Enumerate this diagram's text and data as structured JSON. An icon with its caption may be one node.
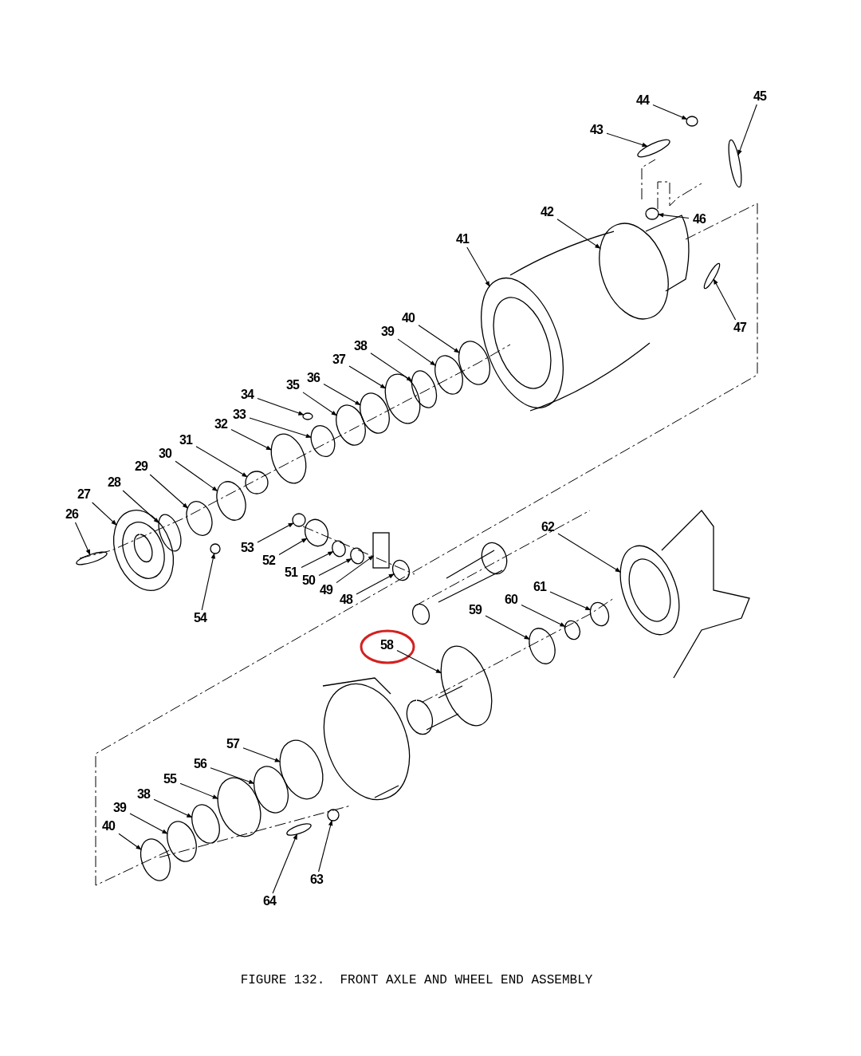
{
  "diagram": {
    "caption": "FIGURE 132.  FRONT AXLE AND WHEEL END ASSEMBLY",
    "nodes": [
      {
        "text": [
          "44"
        ]
      },
      {
        "text": [
          "45"
        ]
      },
      {
        "text": [
          "43"
        ]
      },
      {
        "text": [
          "42"
        ]
      },
      {
        "text": [
          "46"
        ]
      },
      {
        "text": [
          "41"
        ]
      },
      {
        "text": [
          "47"
        ]
      },
      {
        "text": [
          "40"
        ]
      },
      {
        "text": [
          "39"
        ]
      },
      {
        "text": [
          "38"
        ]
      },
      {
        "text": [
          "37"
        ]
      },
      {
        "text": [
          "36"
        ]
      },
      {
        "text": [
          "35"
        ]
      },
      {
        "text": [
          "34"
        ]
      },
      {
        "text": [
          "33"
        ]
      },
      {
        "text": [
          "32"
        ]
      },
      {
        "text": [
          "31"
        ]
      },
      {
        "text": [
          "30"
        ]
      },
      {
        "text": [
          "29"
        ]
      },
      {
        "text": [
          "28"
        ]
      },
      {
        "text": [
          "27"
        ]
      },
      {
        "text": [
          "26"
        ]
      },
      {
        "text": [
          "62"
        ]
      },
      {
        "text": [
          "53"
        ]
      },
      {
        "text": [
          "52"
        ]
      },
      {
        "text": [
          "51"
        ]
      },
      {
        "text": [
          "50"
        ]
      },
      {
        "text": [
          "49"
        ]
      },
      {
        "text": [
          "48"
        ]
      },
      {
        "text": [
          "54"
        ]
      },
      {
        "text": [
          "61"
        ]
      },
      {
        "text": [
          "60"
        ]
      },
      {
        "text": [
          "59"
        ]
      },
      {
        "text": [
          "58"
        ]
      },
      {
        "text": [
          "57"
        ]
      },
      {
        "text": [
          "56"
        ]
      },
      {
        "text": [
          "55"
        ]
      },
      {
        "text": [
          "38"
        ]
      },
      {
        "text": [
          "39"
        ]
      },
      {
        "text": [
          "40"
        ]
      },
      {
        "text": [
          "64"
        ]
      },
      {
        "text": [
          "63"
        ]
      },
      {
        "text": [],
        "shape": "circle"
      },
      {
        "text": [],
        "shape": "circle"
      },
      {
        "text": [],
        "shape": "circle"
      },
      {
        "text": [],
        "shape": "cylinder"
      },
      {
        "text": [],
        "shape": "circle"
      },
      {
        "text": [],
        "shape": "picture"
      },
      {
        "text": [],
        "shape": "circle"
      },
      {
        "text": [],
        "shape": "circle"
      },
      {
        "text": [],
        "shape": "circle"
      },
      {
        "text": [],
        "shape": "circle"
      },
      {
        "text": [],
        "shape": "circle"
      },
      {
        "text": [],
        "shape": "circle"
      },
      {
        "text": [],
        "shape": "circle"
      },
      {
        "text": [],
        "shape": "circle"
      },
      {
        "text": [],
        "shape": "circle"
      },
      {
        "text": [],
        "shape": "circle"
      },
      {
        "text": [],
        "shape": "circle"
      },
      {
        "text": [],
        "shape": "circle"
      },
      {
        "text": [],
        "shape": "circle"
      },
      {
        "text": [],
        "shape": "circle"
      },
      {
        "text": [],
        "shape": "picture"
      },
      {
        "text": [],
        "shape": "circle"
      },
      {
        "text": [],
        "shape": "picture"
      },
      {
        "text": [],
        "shape": "circle"
      },
      {
        "text": [],
        "shape": "circle"
      },
      {
        "text": [],
        "shape": "circle"
      },
      {
        "text": [],
        "shape": "circle"
      },
      {
        "text": [],
        "shape": "box"
      },
      {
        "text": [],
        "shape": "circle"
      },
      {
        "text": [],
        "shape": "circle"
      },
      {
        "text": [],
        "shape": "circle"
      },
      {
        "text": [],
        "shape": "circle"
      },
      {
        "text": [],
        "shape": "circle"
      },
      {
        "text": [],
        "shape": "cylinder"
      },
      {
        "text": [],
        "shape": "circle"
      },
      {
        "text": [],
        "shape": "circle"
      },
      {
        "text": [],
        "shape": "circle"
      },
      {
        "text": [],
        "shape": "circle"
      },
      {
        "text": [],
        "shape": "circle"
      },
      {
        "text": [],
        "shape": "circle"
      },
      {
        "text": [],
        "shape": "circle"
      },
      {
        "text": [],
        "shape": "circle"
      }
    ],
    "edges": [
      {
        "from": 0,
        "to": 42,
        "arrow": "to"
      },
      {
        "from": 1,
        "to": 43,
        "arrow": "to"
      },
      {
        "from": 2,
        "to": 44,
        "arrow": "to"
      },
      {
        "from": 3,
        "to": 45,
        "arrow": "to"
      },
      {
        "from": 4,
        "to": 46,
        "arrow": "to"
      },
      {
        "from": 5,
        "to": 47,
        "arrow": "to"
      },
      {
        "from": 6,
        "to": 48,
        "arrow": "to"
      },
      {
        "from": 7,
        "to": 49,
        "arrow": "to"
      },
      {
        "from": 8,
        "to": 50,
        "arrow": "to"
      },
      {
        "from": 9,
        "to": 51,
        "arrow": "to"
      },
      {
        "from": 10,
        "to": 52,
        "arrow": "to"
      },
      {
        "from": 11,
        "to": 53,
        "arrow": "to"
      },
      {
        "from": 12,
        "to": 54,
        "arrow": "to"
      },
      {
        "from": 13,
        "to": 55,
        "arrow": "to"
      },
      {
        "from": 14,
        "to": 56,
        "arrow": "to"
      },
      {
        "from": 15,
        "to": 57,
        "arrow": "to"
      },
      {
        "from": 16,
        "to": 58,
        "arrow": "to"
      },
      {
        "from": 17,
        "to": 59,
        "arrow": "to"
      },
      {
        "from": 18,
        "to": 60,
        "arrow": "to"
      },
      {
        "from": 19,
        "to": 61,
        "arrow": "to"
      },
      {
        "from": 20,
        "to": 62,
        "arrow": "to"
      },
      {
        "from": 21,
        "to": 63,
        "arrow": "to"
      },
      {
        "from": 22,
        "to": 64,
        "arrow": "to"
      },
      {
        "from": 23,
        "to": 65,
        "arrow": "to"
      },
      {
        "from": 24,
        "to": 66,
        "arrow": "to"
      },
      {
        "from": 25,
        "to": 67,
        "arrow": "to"
      },
      {
        "from": 26,
        "to": 68,
        "arrow": "to"
      },
      {
        "from": 27,
        "to": 69,
        "arrow": "to"
      },
      {
        "from": 28,
        "to": 70,
        "arrow": "to"
      },
      {
        "from": 29,
        "to": 71,
        "arrow": "to"
      },
      {
        "from": 30,
        "to": 72,
        "arrow": "to"
      },
      {
        "from": 31,
        "to": 73,
        "arrow": "to"
      },
      {
        "from": 32,
        "to": 74,
        "arrow": "to"
      },
      {
        "from": 33,
        "to": 75,
        "arrow": "to"
      },
      {
        "from": 34,
        "to": 76,
        "arrow": "to"
      },
      {
        "from": 35,
        "to": 77,
        "arrow": "to"
      },
      {
        "from": 36,
        "to": 78,
        "arrow": "to"
      },
      {
        "from": 37,
        "to": 79,
        "arrow": "to"
      },
      {
        "from": 38,
        "to": 80,
        "arrow": "to"
      },
      {
        "from": 39,
        "to": 81,
        "arrow": "to"
      },
      {
        "from": 40,
        "to": 82,
        "arrow": "to"
      },
      {
        "from": 41,
        "to": 83,
        "arrow": "to"
      }
    ]
  }
}
